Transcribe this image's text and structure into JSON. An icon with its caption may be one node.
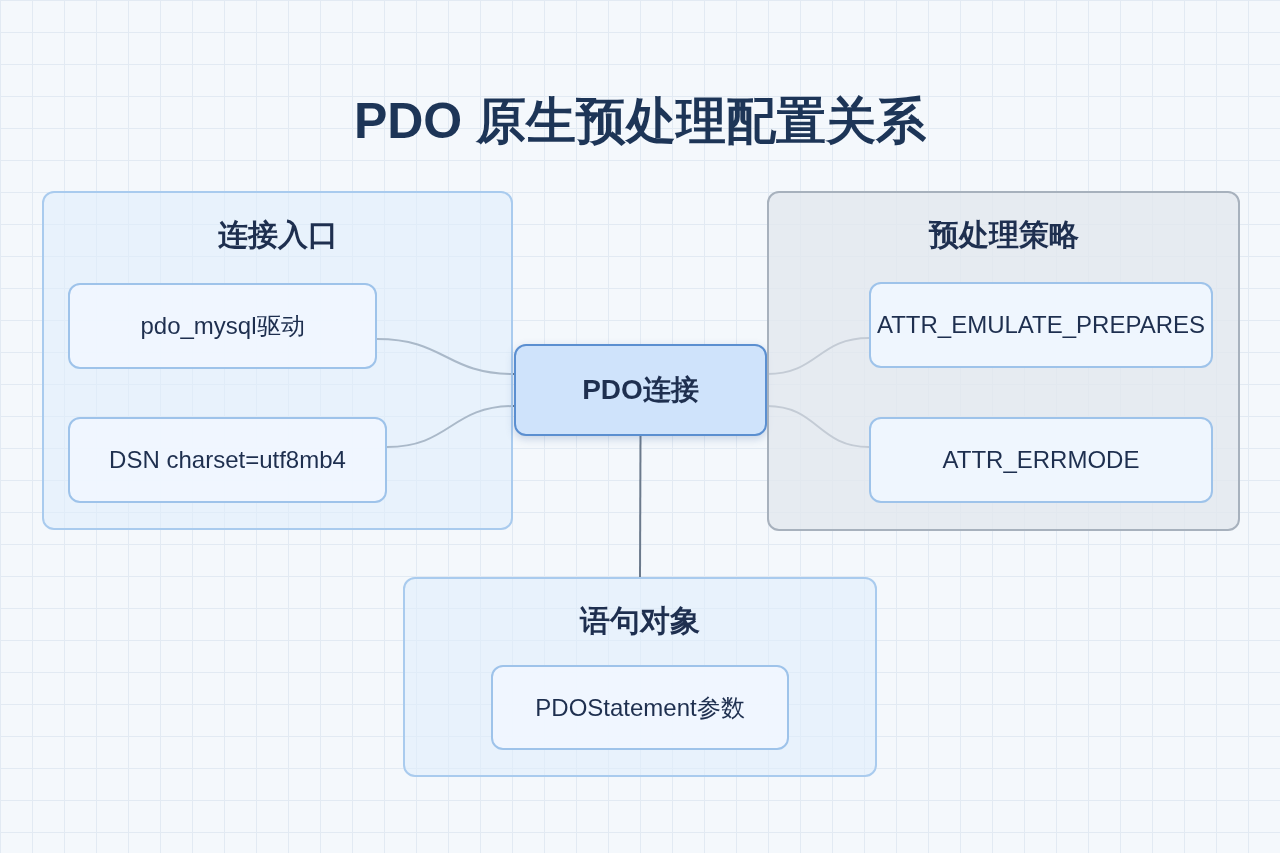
{
  "diagram": {
    "title": "PDO 原生预处理配置关系",
    "nodes": [
      {
        "text": [
          "连接入口"
        ]
      },
      {
        "text": [
          "pdo_mysql驱动"
        ],
        "in": 0
      },
      {
        "text": [
          "DSN charset=utf8mb4"
        ],
        "in": 0
      },
      {
        "text": [
          "PDO连接"
        ]
      },
      {
        "text": [
          "预处理策略"
        ]
      },
      {
        "text": [
          "ATTR_EMULATE_PREPARES"
        ],
        "in": 4
      },
      {
        "text": [
          "ATTR_ERRMODE"
        ],
        "in": 4
      },
      {
        "text": [
          "语句对象"
        ]
      },
      {
        "text": [
          "PDOStatement参数"
        ],
        "in": 7
      }
    ],
    "edges": [
      {
        "from": 1,
        "to": 3,
        "arrow": "none"
      },
      {
        "from": 2,
        "to": 3,
        "arrow": "none"
      },
      {
        "from": 3,
        "to": 5,
        "arrow": "none"
      },
      {
        "from": 3,
        "to": 6,
        "arrow": "none"
      },
      {
        "from": 3,
        "to": 7,
        "arrow": "none"
      }
    ]
  }
}
